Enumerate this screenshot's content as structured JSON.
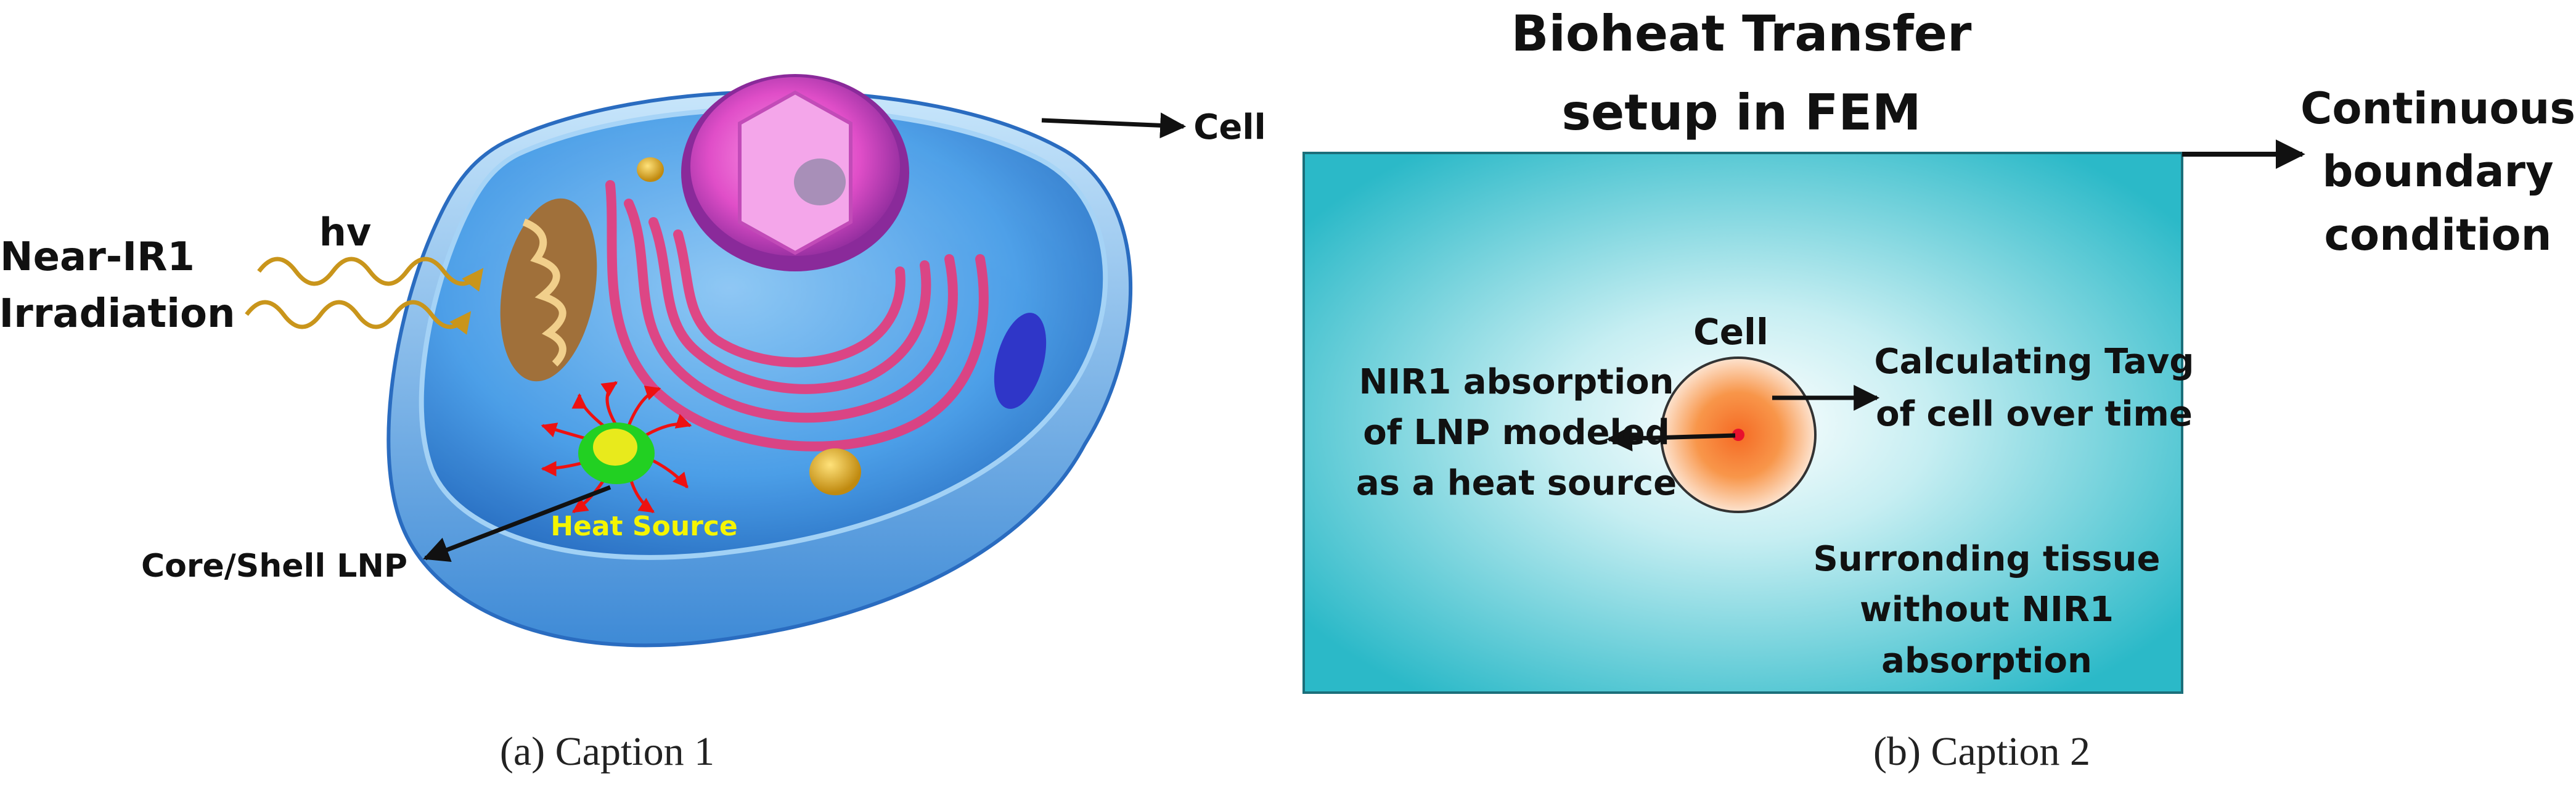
{
  "panel_a": {
    "caption": "(a) Caption 1",
    "labels": {
      "near_ir_line1": "Near-IR1",
      "near_ir_line2": "Irradiation",
      "hv": "hv",
      "cell": "Cell",
      "heat_source": "Heat Source",
      "core_shell": "Core/Shell LNP"
    },
    "icons": [
      "cell-illustration",
      "wave-arrow-icon",
      "nanoparticle-icon",
      "arrow-icon"
    ]
  },
  "panel_b": {
    "caption": "(b) Caption 2",
    "title_line1": "Bioheat Transfer",
    "title_line2": "setup in FEM",
    "boundary_line1": "Continuous",
    "boundary_line2": "boundary",
    "boundary_line3": "condition",
    "cell_label": "Cell",
    "absorption_line1": "NIR1 absorption",
    "absorption_line2": "of LNP modeled",
    "absorption_line3": "as a heat source",
    "tavg_line1": "Calculating Tavg",
    "tavg_line2": "of cell over time",
    "tissue_line1": "Surronding tissue",
    "tissue_line2": "without NIR1",
    "tissue_line3": "absorption"
  },
  "colors": {
    "domain_edge": "#26b8c8",
    "domain_center": "#ffffff",
    "cell_fill": "#f79040",
    "heat_dot": "#e8112d",
    "wave": "#c9951b",
    "lnp_core": "#e8ea1c",
    "lnp_shell": "#22d022",
    "heat_rays": "#ee1111"
  }
}
